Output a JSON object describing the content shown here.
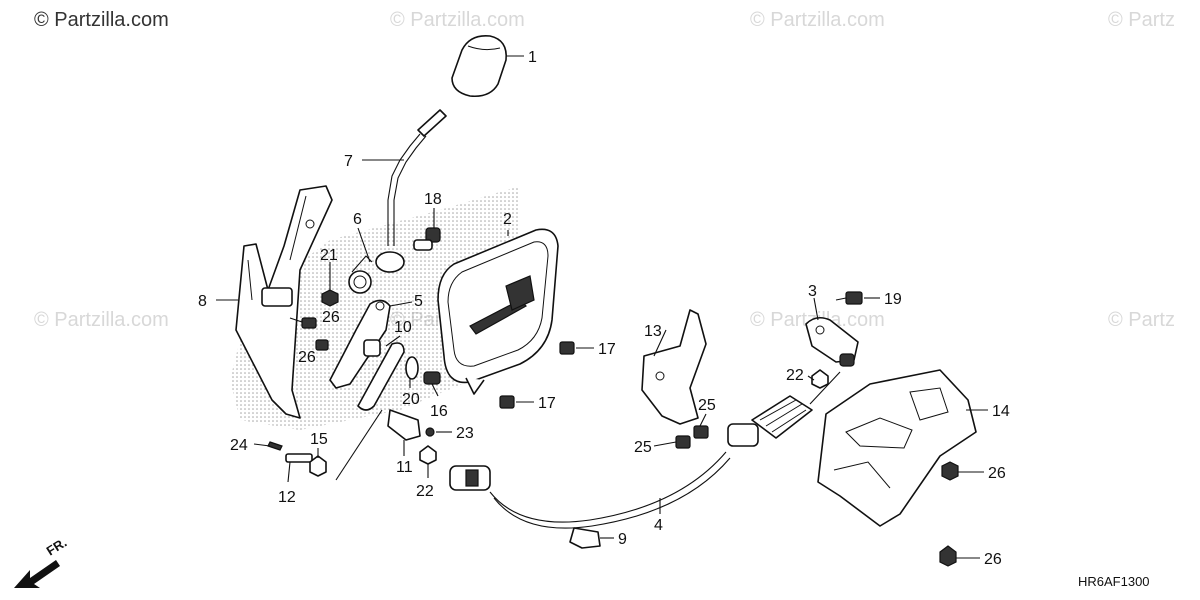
{
  "watermarks": {
    "main": "© Partzilla.com",
    "faint": "© Partzilla.com",
    "faint_cut": "© Partz"
  },
  "diagram_code": "HR6AF1300",
  "front_label": "FR.",
  "callouts": {
    "c1": "1",
    "c2": "2",
    "c3": "3",
    "c4": "4",
    "c5": "5",
    "c6": "6",
    "c7": "7",
    "c8": "8",
    "c9": "9",
    "c10": "10",
    "c11": "11",
    "c12": "12",
    "c13": "13",
    "c14": "14",
    "c15": "15",
    "c16": "16",
    "c17a": "17",
    "c17b": "17",
    "c18": "18",
    "c19": "19",
    "c20": "20",
    "c21": "21",
    "c22a": "22",
    "c22b": "22",
    "c23": "23",
    "c24": "24",
    "c25a": "25",
    "c25b": "25",
    "c26a": "26",
    "c26b": "26",
    "c26c": "26",
    "c26d": "26"
  }
}
